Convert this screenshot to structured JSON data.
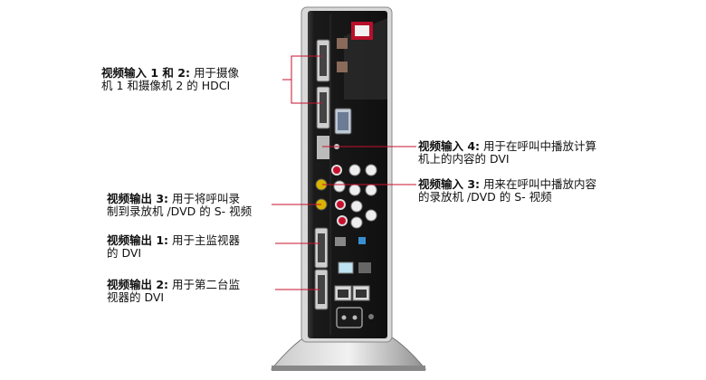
{
  "callouts": {
    "video_in_1_2": {
      "title": "视频输入 1 和 2:",
      "text_line1": "用于摄像",
      "text_line2": "机 1 和摄像机 2 的 HDCI"
    },
    "video_out_3": {
      "title": "视频输出 3:",
      "text_line1": "用于将呼叫录",
      "text_line2": "制到录放机 /DVD 的 S- 视频"
    },
    "video_out_1": {
      "title": "视频输出 1:",
      "text_line1": "用于主监视器",
      "text_line2": "的 DVI"
    },
    "video_out_2": {
      "title": "视频输出 2:",
      "text_line1": "用于第二台监",
      "text_line2": "视器的 DVI"
    },
    "video_in_4": {
      "title": "视频输入 4:",
      "text_line1": "用于在呼叫中播放计算",
      "text_line2": "机上的内容的 DVI"
    },
    "video_in_3": {
      "title": "视频输入 3:",
      "text_line1": "用来在呼叫中播放内容",
      "text_line2": "的录放机 /DVD 的 S- 视频"
    }
  },
  "colors": {
    "accent": "#c8102e",
    "device_body": "#1c1c1c",
    "stand": "#9a9a9a"
  }
}
